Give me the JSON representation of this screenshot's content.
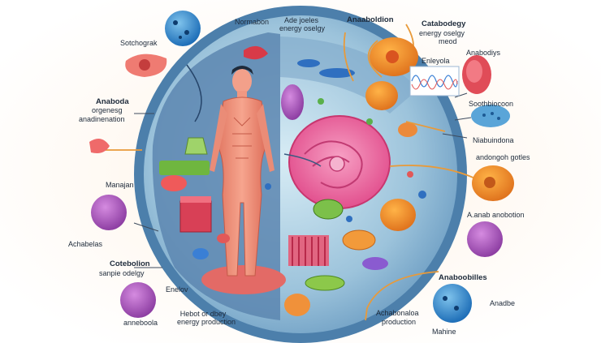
{
  "labels": {
    "sotchograk": "Sotchograk",
    "anaboda": "Anaboda",
    "orgenesg": "orgenesg",
    "anadinenation": "anadinenation",
    "manajan": "Manajan",
    "achabelas": "Achabelas",
    "cotebolion": "Cotebolion",
    "sanpie_odelgy": "sanpie odelgy",
    "anneboola": "anneboola",
    "enelov": "Enelov",
    "hebot_line1": "Hebot or dbey",
    "hebot_line2": "energy production",
    "normabon": "Normabon",
    "ade_line1": "Ade joeles",
    "ade_line2": "energy oselgy",
    "anaaboldion": "Anaaboldion",
    "catabodegy_line1": "Catabodegy",
    "catabodegy_line2": "energy oselgy",
    "catabodegy_line3": "meod",
    "enleyola": "Enleyola",
    "anabodiys": "Anabodiys",
    "southbiocoon": "Soothbiocoon",
    "niabuindona": "Niabuindona",
    "andongoh_goties": "andongoh gotles",
    "aanab_anobotion": "A.anab anobotion",
    "anaboobilles": "Anaboobilles",
    "achabonaloa_line1": "Achabonaloa",
    "achabonaloa_line2": "production",
    "anadbe": "Anadbe",
    "mahine": "Mahine"
  },
  "colors": {
    "outer_cell": "#4f82ad",
    "cell_fill": "#a9cbe0",
    "inner_panel": "#5f89b3",
    "body_skin": "#f08a75",
    "nucleus": "#ee6aa0",
    "connector": "#e89a3a"
  }
}
